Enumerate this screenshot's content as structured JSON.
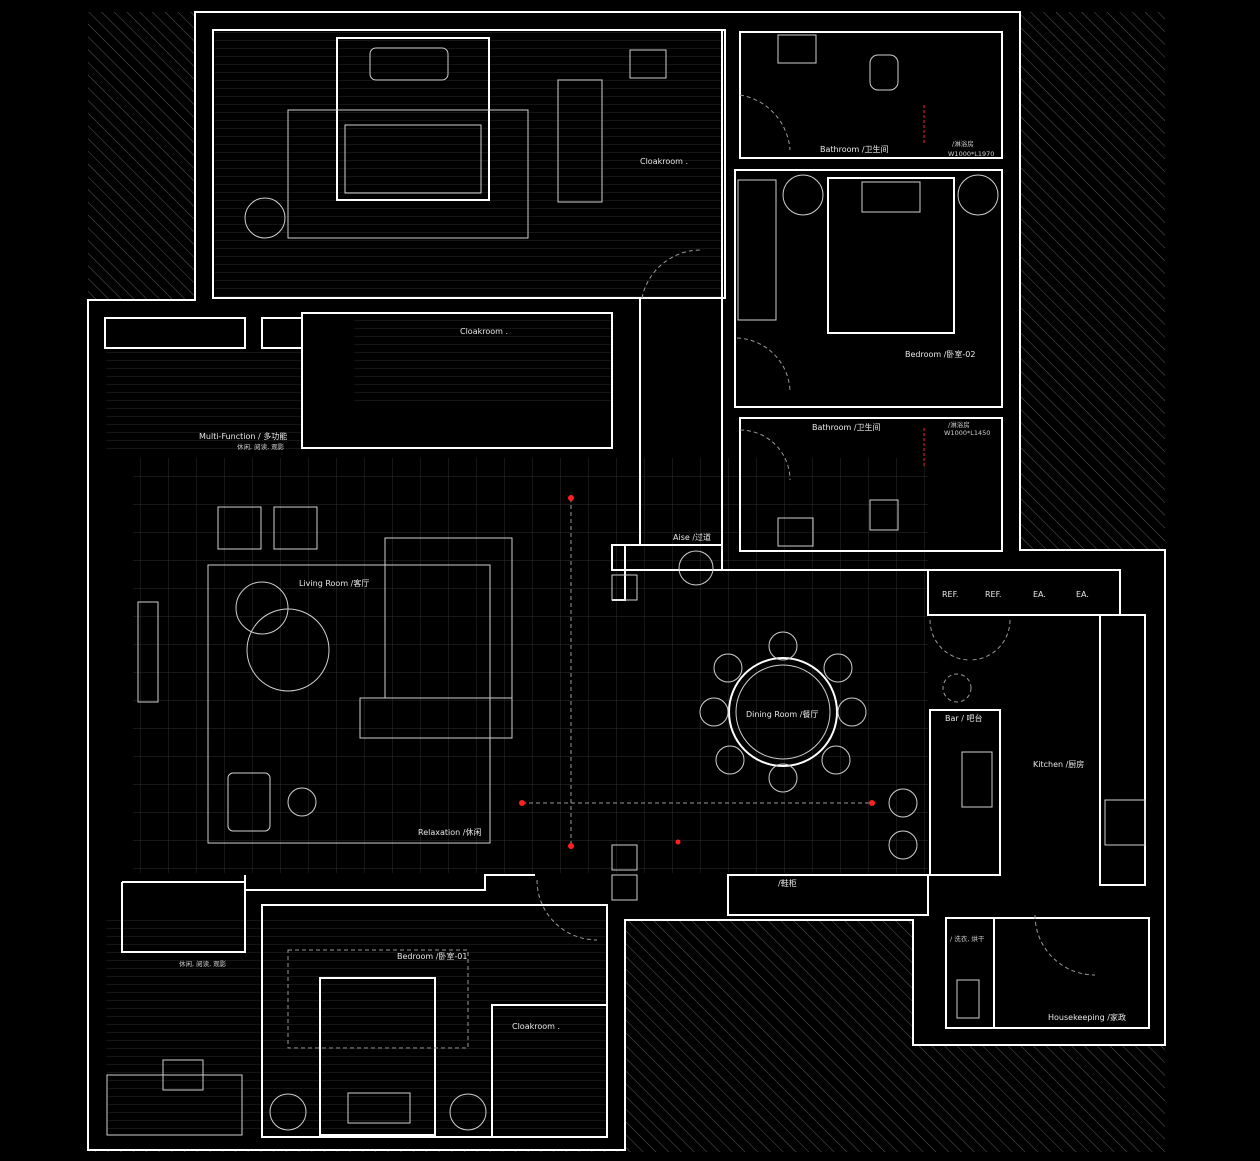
{
  "plan": {
    "rooms": {
      "bathroom_top": "Bathroom /卫生间",
      "shower_top": "/淋浴房",
      "shower_top_size": "W1000*L1970",
      "cloakroom_master": "Cloakroom .",
      "bedroom_02": "Bedroom /卧室-02",
      "cloakroom_mid": "Cloakroom .",
      "bathroom_mid": "Bathroom /卫生间",
      "shower_mid": "/淋浴房",
      "shower_mid_size": "W1000*L1450",
      "multi_function": "Multi-Function / 多功能",
      "multi_function_sub": "休闲, 阅读, 观影",
      "aisle": "Aise /过道",
      "living_room": "Living Room /客厅",
      "dining_room": "Dining Room /餐厅",
      "relaxation": "Relaxation  /休闲",
      "bar": "Bar /  吧台",
      "kitchen": "Kitchen /厨房",
      "shoe_cabinet": "/鞋柜",
      "laundry": "/ 洗衣, 烘干",
      "housekeeping": "Housekeeping  /家政",
      "bedroom_01": "Bedroom /卧室-01",
      "bedroom_01_sub": "休闲, 阅读, 观影",
      "cloakroom_01": "Cloakroom ."
    },
    "appliances": [
      "REF.",
      "REF.",
      "EA.",
      "EA."
    ],
    "colors": {
      "background": "#000000",
      "wall": "#ffffff",
      "hatch": "#5a5a5a",
      "marker": "#ff2020"
    }
  }
}
